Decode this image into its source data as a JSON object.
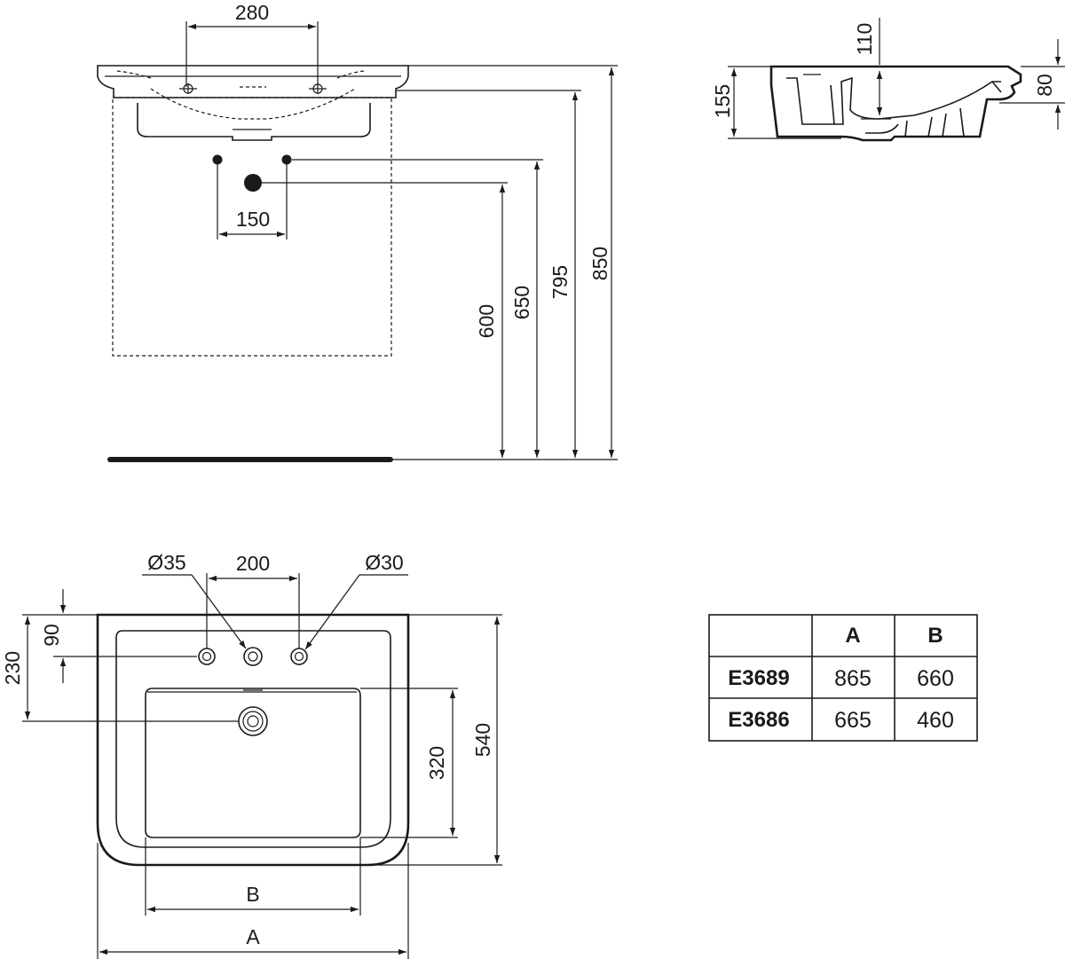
{
  "front_view": {
    "dim_tap_spacing": "280",
    "dim_pipe_spacing": "150",
    "dim_heights": [
      "600",
      "650",
      "795",
      "850"
    ]
  },
  "side_view": {
    "dim_depth": "110",
    "dim_height": "155",
    "dim_rear": "80"
  },
  "plan_view": {
    "dim_hole_large": "Ø35",
    "dim_hole_spacing": "200",
    "dim_hole_small": "Ø30",
    "dim_hole_offset": "90",
    "dim_waste_offset": "230",
    "dim_bowl_depth": "320",
    "dim_total_depth": "540",
    "dim_label_b": "B",
    "dim_label_a": "A"
  },
  "table": {
    "headers": [
      "",
      "A",
      "B"
    ],
    "rows": [
      {
        "model": "E3689",
        "a": "865",
        "b": "660"
      },
      {
        "model": "E3686",
        "a": "665",
        "b": "460"
      }
    ]
  }
}
